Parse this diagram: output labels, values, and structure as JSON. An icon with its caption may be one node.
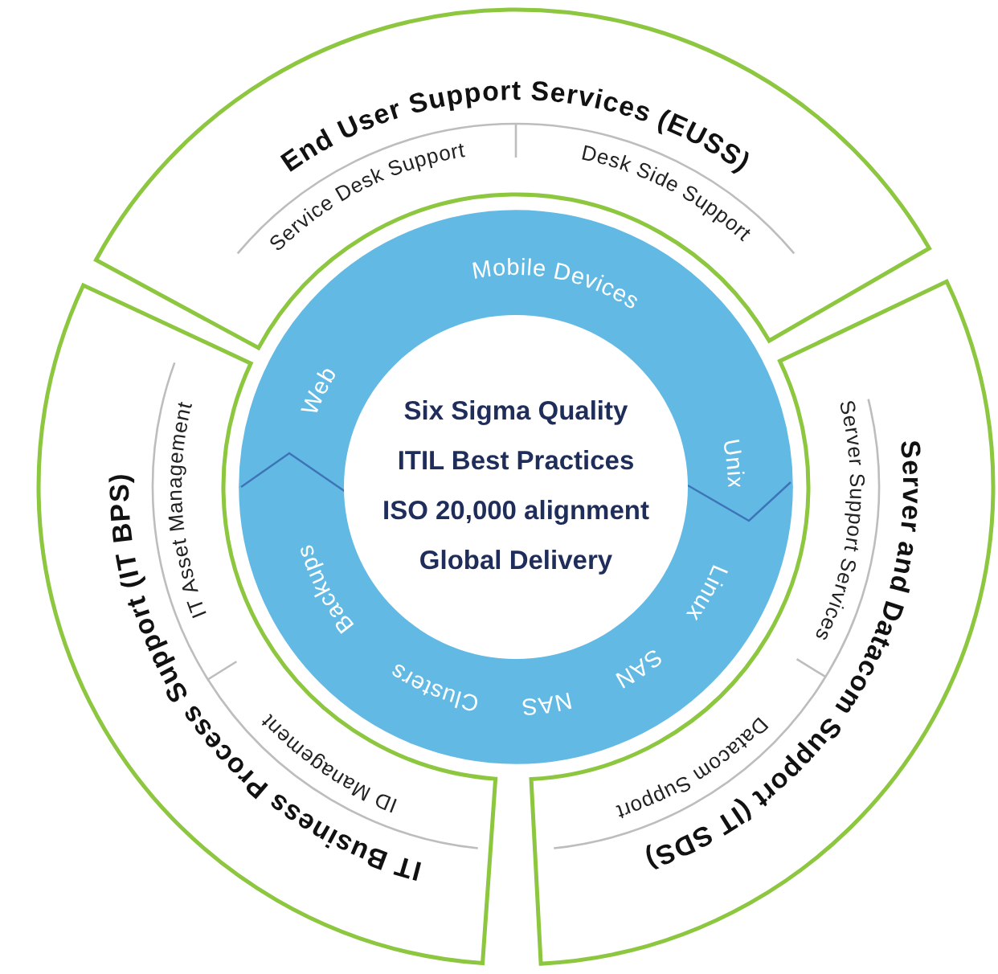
{
  "diagram": {
    "nodes": [
      {
        "text": [
          "Six Sigma Quality",
          "ITIL Best Practices",
          "ISO 20,000 alignment",
          "Global Delivery"
        ]
      },
      {
        "text": [
          "Web",
          "Mobile Devices",
          "Unix"
        ]
      },
      {
        "text": [
          "Linux",
          "SAN",
          "NAS",
          "Clusters",
          "Backups"
        ]
      },
      {
        "text": [
          "End User Support Services (EUSS)",
          "Service Desk Support",
          "Desk Side Support"
        ]
      },
      {
        "text": [
          "Server and Datacom Support (IT SDS)",
          "Server Support Services",
          "Datacom Support"
        ]
      },
      {
        "text": [
          "IT Business Process Support (IT BPS)",
          "IT Asset Management",
          "ID Management"
        ]
      }
    ]
  }
}
